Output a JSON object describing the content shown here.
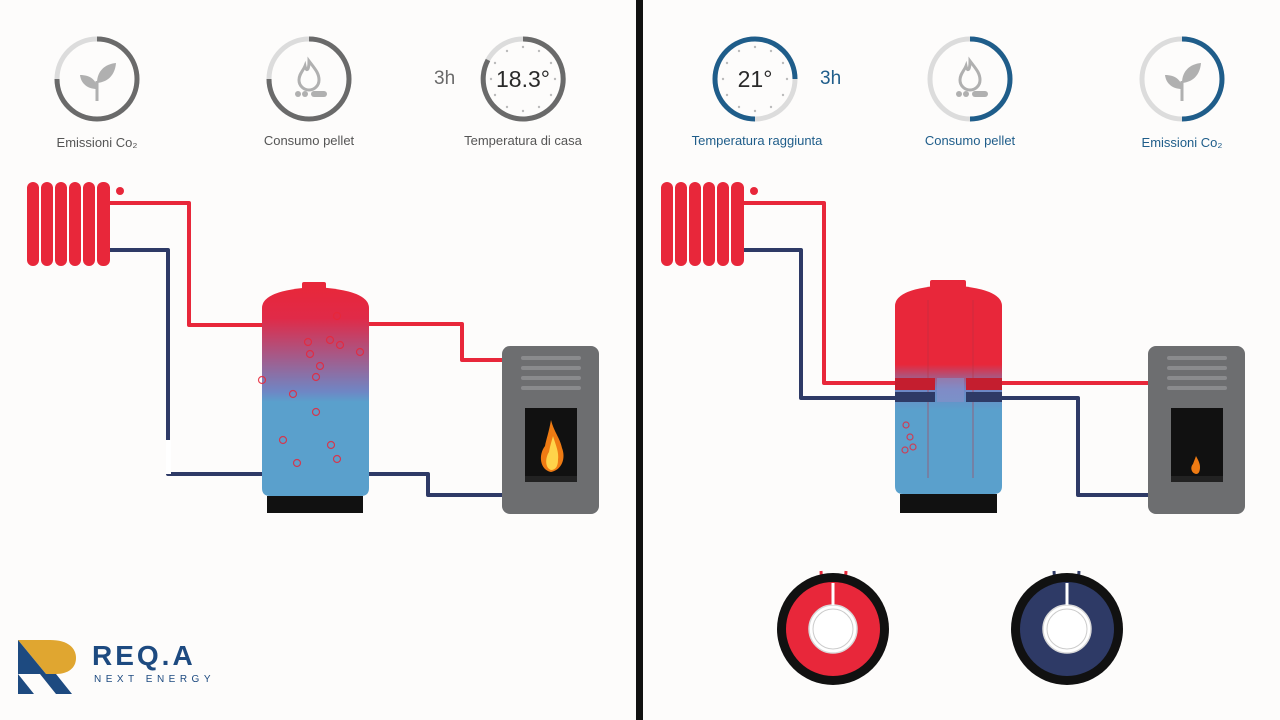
{
  "left_panel": {
    "gauges": [
      {
        "label": "Emissioni Co₂",
        "icon": "leaf-icon",
        "value": "",
        "fill": 0.75
      },
      {
        "label": "Consumo pellet",
        "icon": "flame-icon",
        "value": "",
        "fill": 0.75
      },
      {
        "label": "Temperatura di casa",
        "icon": "thermostat-dial-icon",
        "value": "18.3°",
        "fill": 0.9
      }
    ],
    "time": "3h"
  },
  "right_panel": {
    "gauges": [
      {
        "label": "Temperatura raggiunta",
        "icon": "thermostat-dial-icon",
        "value": "21°",
        "fill": 0.75
      },
      {
        "label": "Consumo pellet",
        "icon": "flame-icon",
        "value": "",
        "fill": 0.5
      },
      {
        "label": "Emissioni Co₂",
        "icon": "leaf-icon",
        "value": "",
        "fill": 0.5
      }
    ],
    "time": "3h"
  },
  "logo": {
    "name": "REQ.A",
    "tagline": "NEXT ENERGY"
  },
  "colors": {
    "hot": "#e8273a",
    "cold": "#2e3a66",
    "water_cold": "#5aa0cc",
    "gauge_grey": "#6a6a6a",
    "gauge_blue": "#1f5d8a",
    "stove": "#6d6e70",
    "logo_blue": "#1d4a80",
    "logo_gold": "#e0a630"
  }
}
